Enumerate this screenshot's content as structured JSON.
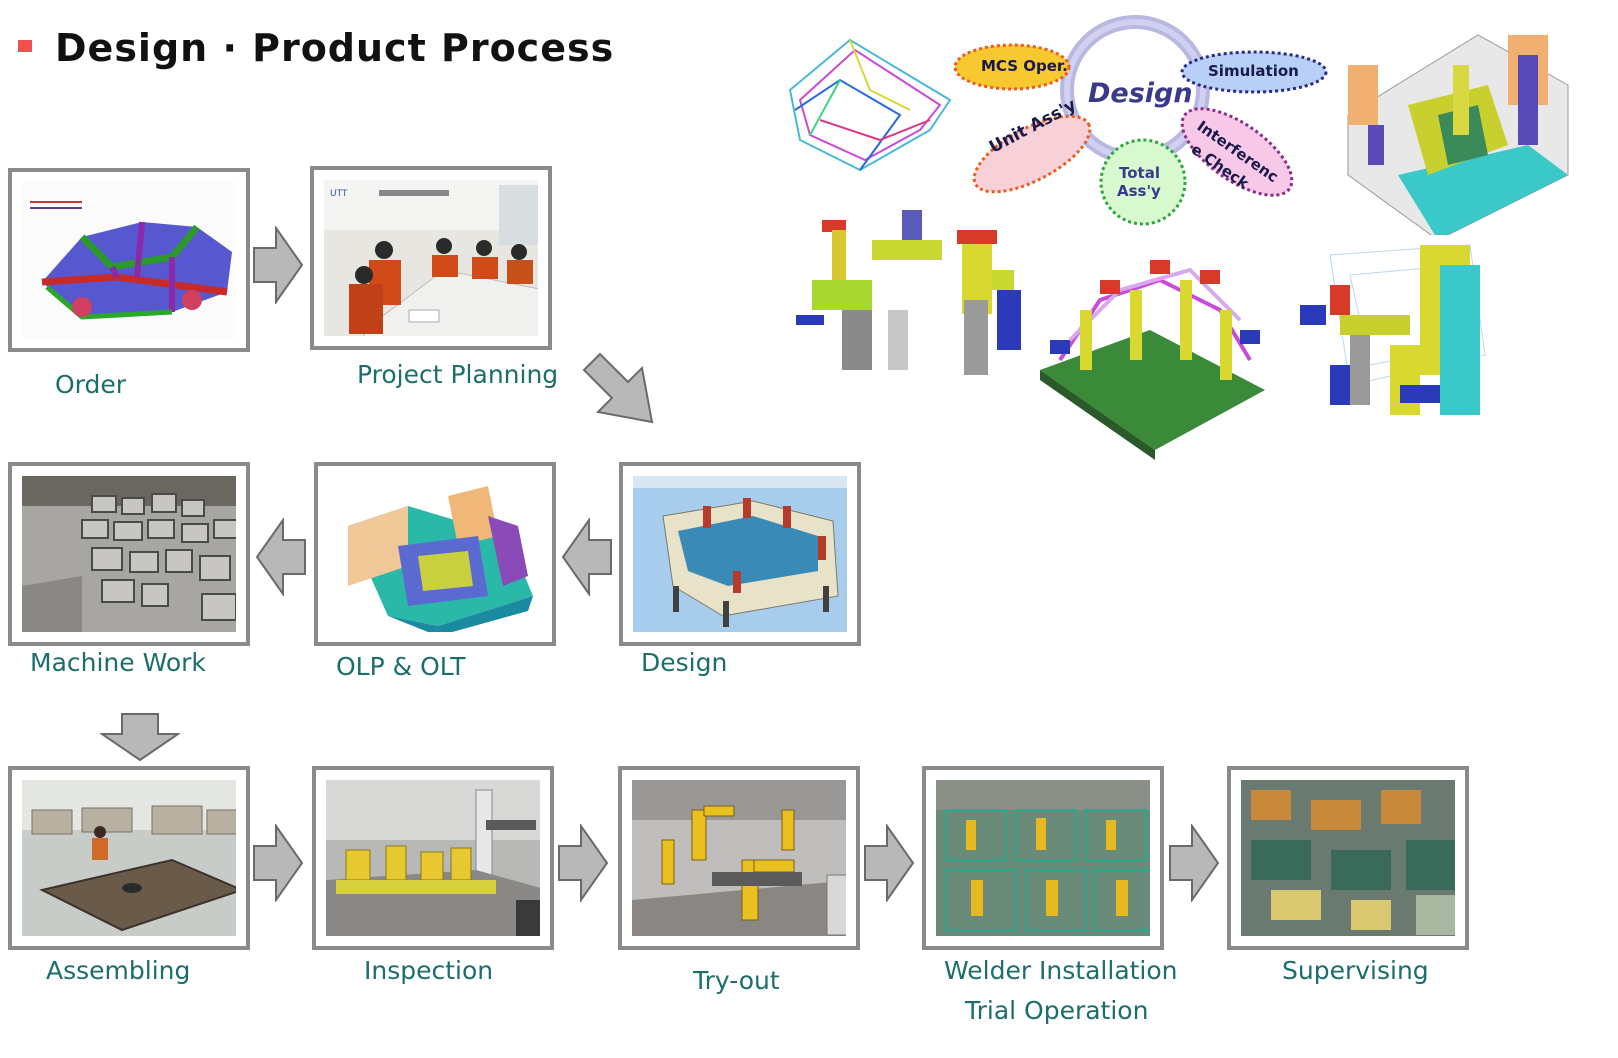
{
  "title": "Design · Product Process",
  "steps": [
    {
      "id": "order",
      "label": "Order"
    },
    {
      "id": "project-planning",
      "label": "Project Planning"
    },
    {
      "id": "design",
      "label": "Design"
    },
    {
      "id": "olp-olt",
      "label": "OLP & OLT"
    },
    {
      "id": "machine-work",
      "label": "Machine Work"
    },
    {
      "id": "assembling",
      "label": "Assembling"
    },
    {
      "id": "inspection",
      "label": "Inspection"
    },
    {
      "id": "try-out",
      "label": "Try-out"
    },
    {
      "id": "welder",
      "label": "Welder Installation",
      "label2": "Trial Operation"
    },
    {
      "id": "supervising",
      "label": "Supervising"
    }
  ],
  "design_cycle": {
    "center": "Design",
    "mcs": "MCS Oper.",
    "simulation": "Simulation",
    "unit_assy": "Unit Ass'y",
    "total_line1": "Total",
    "total_line2": "Ass'y",
    "interference_line1": "Interferenc",
    "interference_line2": "e Check"
  },
  "colors": {
    "label": "#1c6e6a",
    "frame": "#8a8a8a",
    "arrow_fill": "#b8b8b8",
    "bullet": "#f05050"
  }
}
